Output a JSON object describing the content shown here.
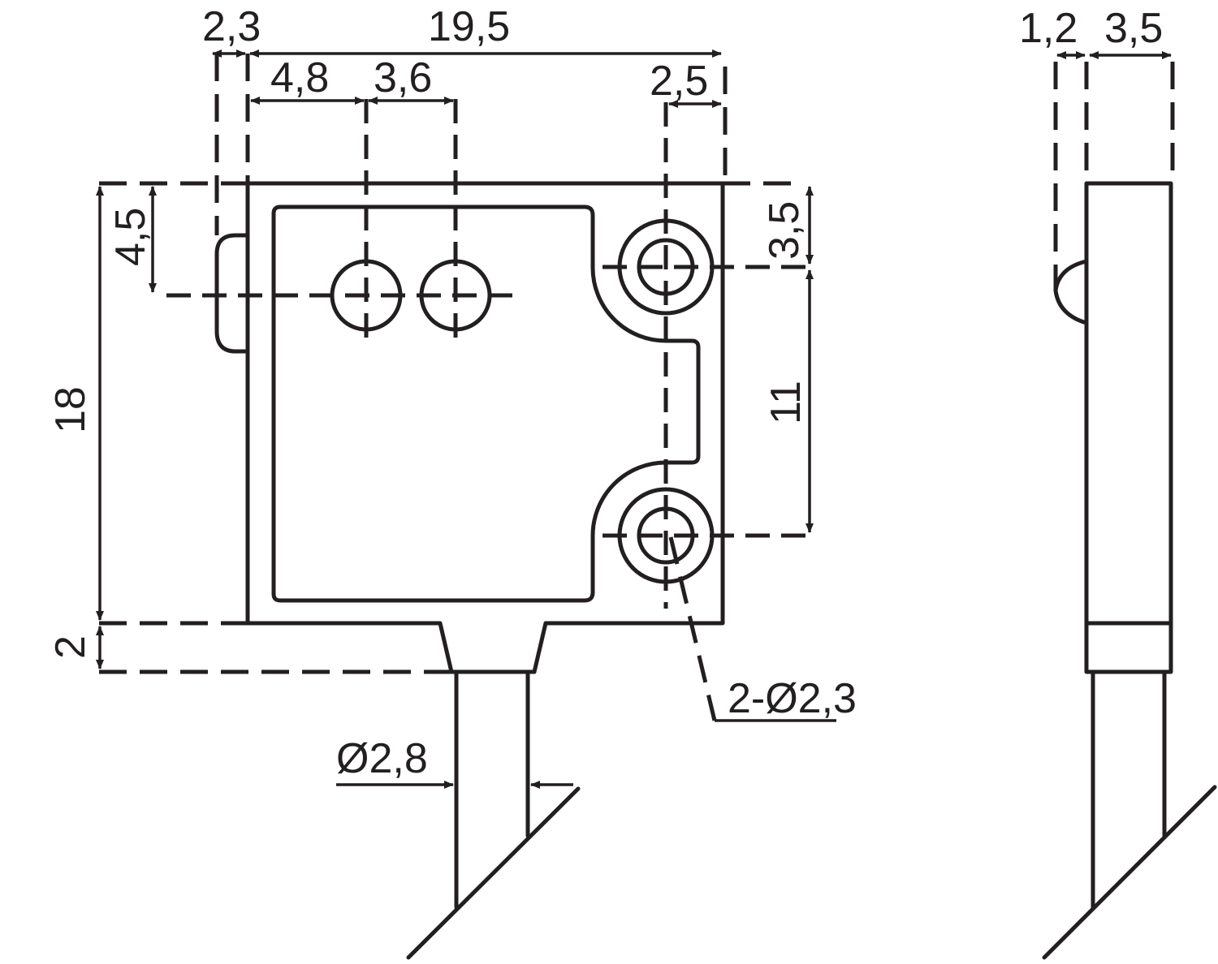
{
  "front_view": {
    "dim_2_3": "2,3",
    "dim_19_5": "19,5",
    "dim_4_8": "4,8",
    "dim_3_6": "3,6",
    "dim_2_5": "2,5",
    "dim_4_5": "4,5",
    "dim_18": "18",
    "dim_2": "2",
    "dim_3_5": "3,5",
    "dim_11": "11",
    "dim_holes": "2-Ø2,3",
    "dim_cable": "Ø2,8"
  },
  "side_view": {
    "dim_1_2": "1,2",
    "dim_3_5": "3,5"
  },
  "colors": {
    "line": "#231f20",
    "background": "#ffffff"
  }
}
